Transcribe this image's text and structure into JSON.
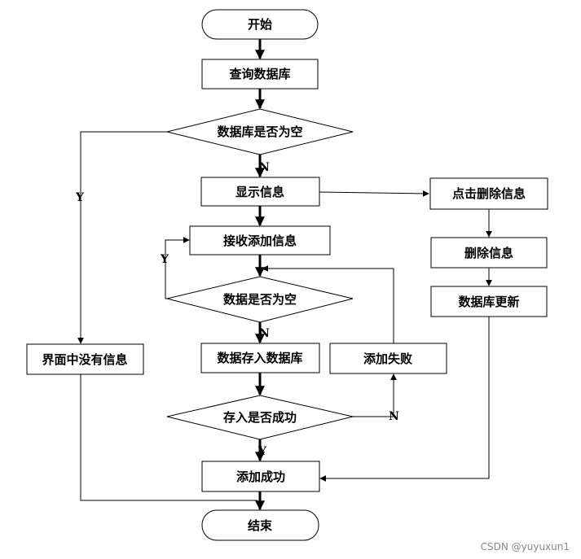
{
  "nodes": {
    "start": "开始",
    "query_db": "查询数据库",
    "db_empty": "数据库是否为空",
    "show_info": "显示信息",
    "click_delete": "点击删除信息",
    "receive_add": "接收添加信息",
    "delete_info": "删除信息",
    "data_empty": "数据是否为空",
    "db_update": "数据库更新",
    "no_info": "界面中没有信息",
    "store_data": "数据存入数据库",
    "add_fail": "添加失败",
    "store_success": "存入是否成功",
    "add_success": "添加成功",
    "end": "结束"
  },
  "edge_labels": {
    "db_empty_yes": "Y",
    "db_empty_no": "N",
    "data_empty_yes": "Y",
    "data_empty_no": "N",
    "store_no": "N",
    "store_yes": "Y"
  },
  "watermark": "CSDN @yuyuxun1"
}
